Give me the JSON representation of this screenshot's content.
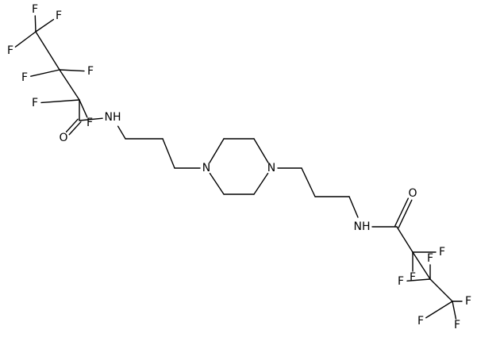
{
  "molecule": {
    "atoms": [
      {
        "id": "F1",
        "el": "F"
      },
      {
        "id": "F2",
        "el": "F"
      },
      {
        "id": "F3",
        "el": "F"
      },
      {
        "id": "F4",
        "el": "F"
      },
      {
        "id": "F5",
        "el": "F"
      },
      {
        "id": "F6",
        "el": "F"
      },
      {
        "id": "F7",
        "el": "F"
      },
      {
        "id": "O1",
        "el": "O"
      },
      {
        "id": "NH1",
        "el": "NH"
      },
      {
        "id": "N1",
        "el": "N"
      },
      {
        "id": "N2",
        "el": "N"
      },
      {
        "id": "O2",
        "el": "O"
      },
      {
        "id": "NH2",
        "el": "NH"
      },
      {
        "id": "F8",
        "el": "F"
      },
      {
        "id": "F9",
        "el": "F"
      },
      {
        "id": "F10",
        "el": "F"
      },
      {
        "id": "F11",
        "el": "F"
      },
      {
        "id": "F12",
        "el": "F"
      },
      {
        "id": "F13",
        "el": "F"
      },
      {
        "id": "F14",
        "el": "F"
      }
    ],
    "bonds": [
      [
        "C1",
        "F1",
        1
      ],
      [
        "C1",
        "F2",
        1
      ],
      [
        "C1",
        "F3",
        1
      ],
      [
        "C1",
        "C2",
        1
      ],
      [
        "C2",
        "F4",
        1
      ],
      [
        "C2",
        "F5",
        1
      ],
      [
        "C2",
        "C3",
        1
      ],
      [
        "C3",
        "F6",
        1
      ],
      [
        "C3",
        "F7",
        1
      ],
      [
        "C3",
        "C4",
        1
      ],
      [
        "C4",
        "O1",
        2
      ],
      [
        "C4",
        "NH1",
        1
      ],
      [
        "NH1",
        "C5",
        1
      ],
      [
        "C5",
        "C6",
        1
      ],
      [
        "C6",
        "C7",
        1
      ],
      [
        "C7",
        "N1",
        1
      ],
      [
        "N1",
        "C8",
        1
      ],
      [
        "C8",
        "C9",
        1
      ],
      [
        "C9",
        "N2",
        1
      ],
      [
        "N2",
        "C10",
        1
      ],
      [
        "C10",
        "C11",
        1
      ],
      [
        "C11",
        "N1",
        1
      ],
      [
        "N2",
        "C12",
        1
      ],
      [
        "C12",
        "C13",
        1
      ],
      [
        "C13",
        "C14",
        1
      ],
      [
        "C14",
        "NH2",
        1
      ],
      [
        "NH2",
        "C15",
        1
      ],
      [
        "C15",
        "O2",
        2
      ],
      [
        "C15",
        "C16",
        1
      ],
      [
        "C16",
        "F8",
        1
      ],
      [
        "C16",
        "F9",
        1
      ],
      [
        "C16",
        "C17",
        1
      ],
      [
        "C17",
        "F10",
        1
      ],
      [
        "C17",
        "F11",
        1
      ],
      [
        "C17",
        "C18",
        1
      ],
      [
        "C18",
        "F12",
        1
      ],
      [
        "C18",
        "F13",
        1
      ],
      [
        "C18",
        "F14",
        1
      ]
    ]
  }
}
